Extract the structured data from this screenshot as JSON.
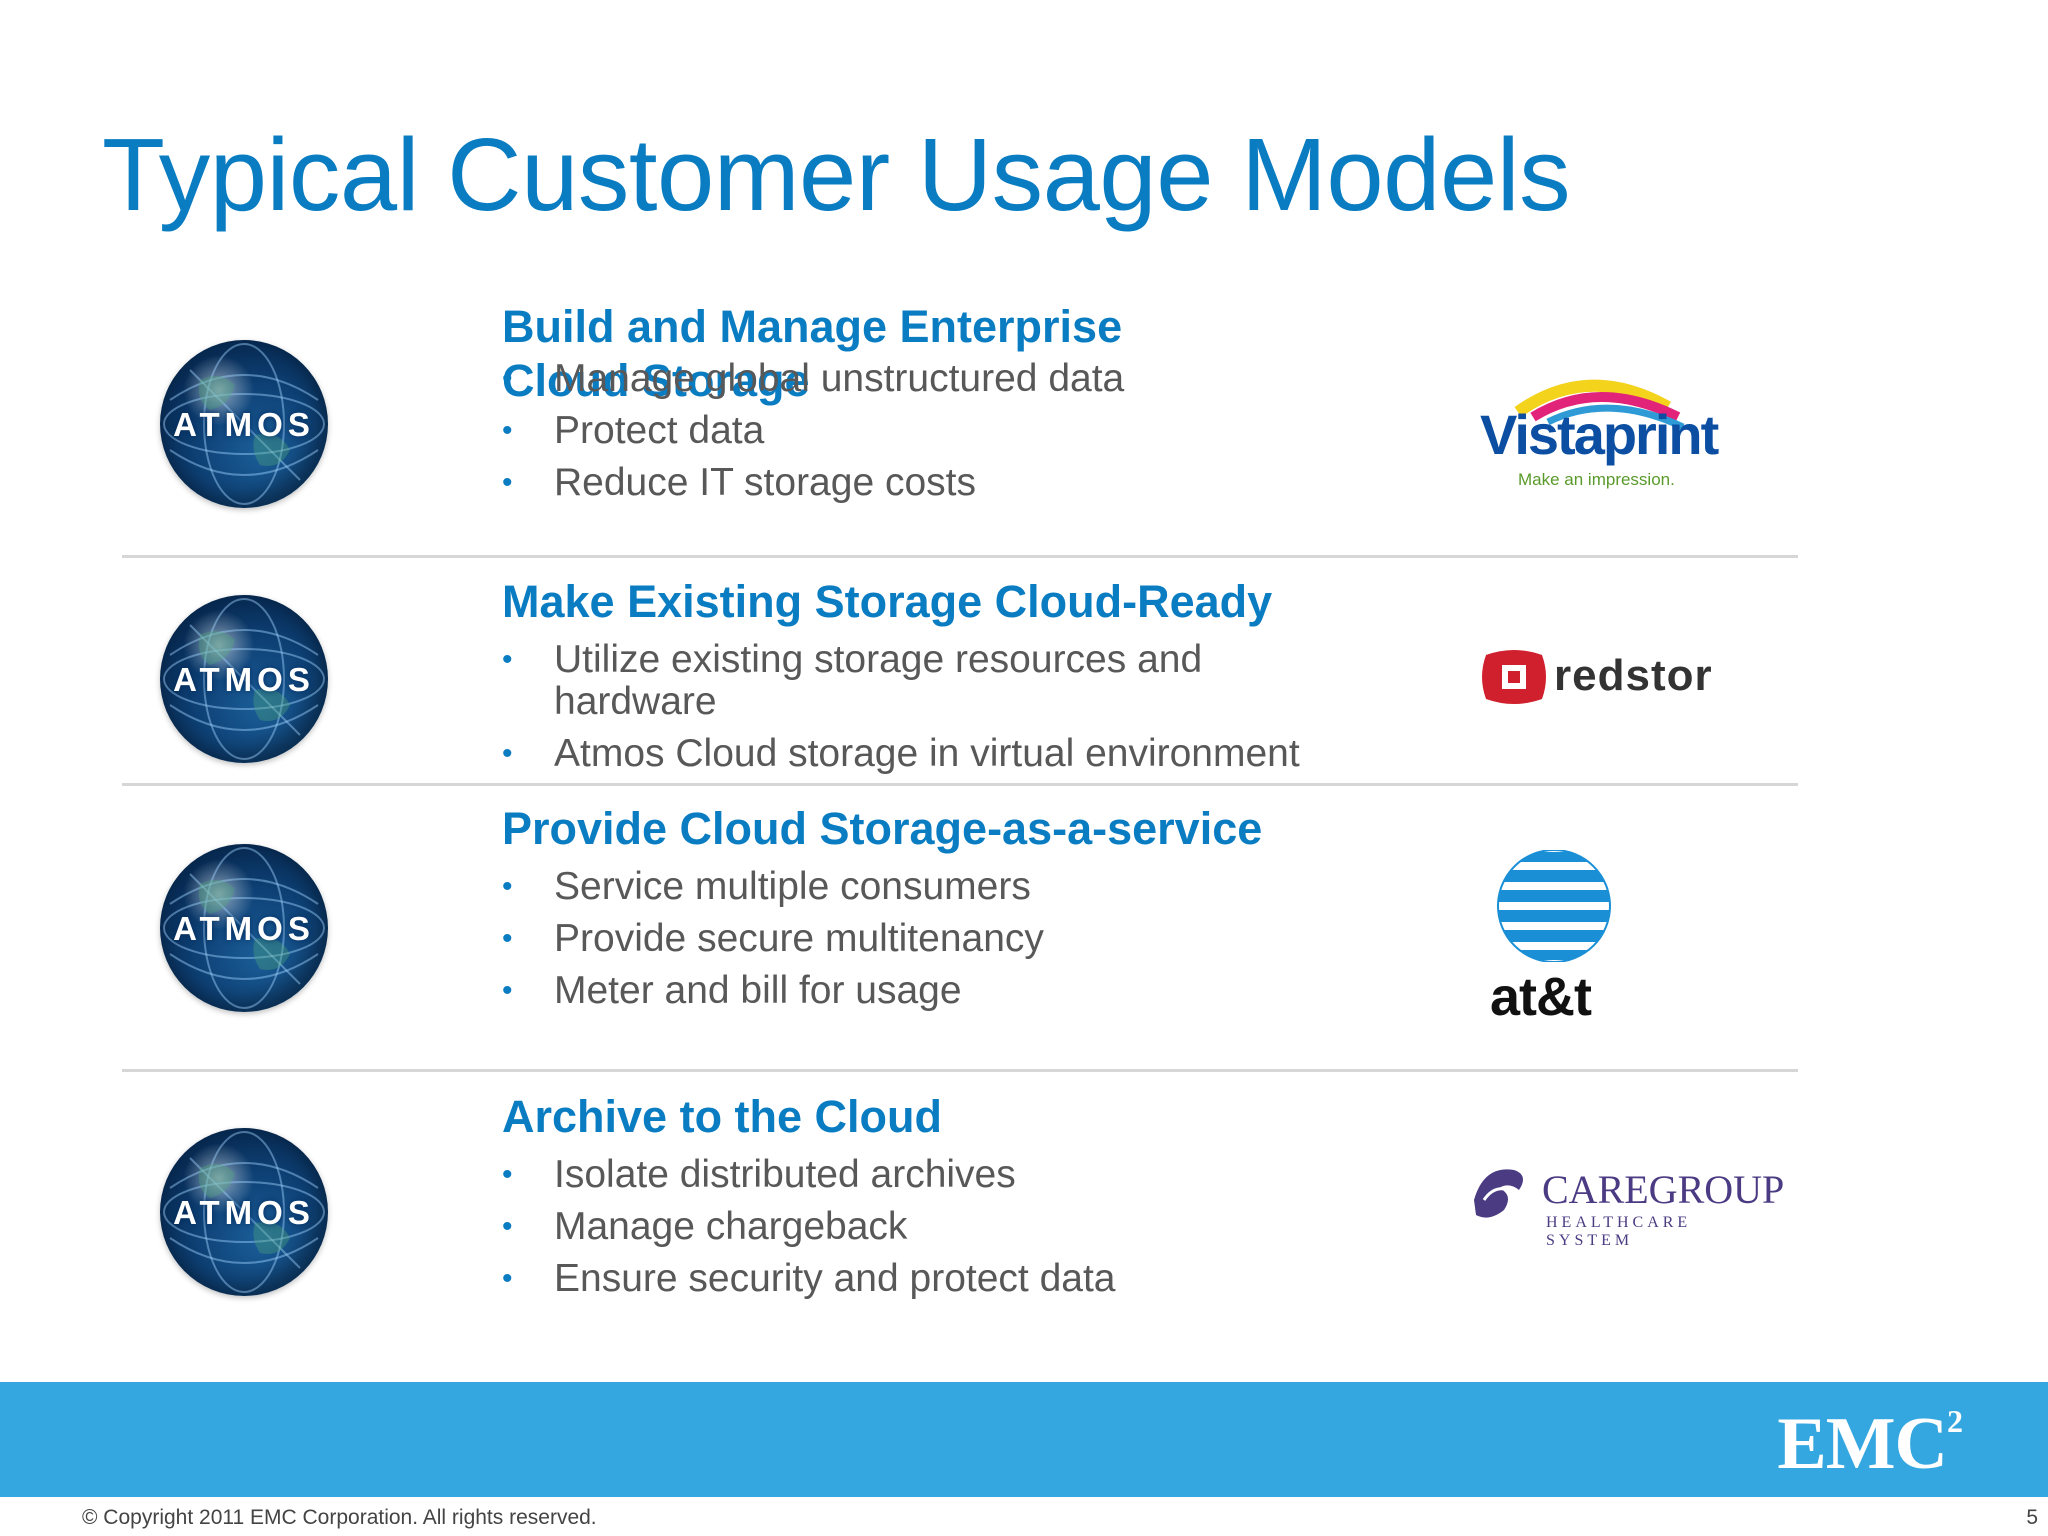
{
  "title": "Typical Customer Usage Models",
  "globe_label": "ATMOS",
  "rows": [
    {
      "heading": "Build and Manage Enterprise Cloud Storage",
      "bullets": [
        "Manage global unstructured data",
        "Protect data",
        "Reduce IT storage costs"
      ],
      "logo": {
        "name": "Vistaprint",
        "tagline": "Make an impression."
      }
    },
    {
      "heading": "Make Existing Storage Cloud-Ready",
      "bullets": [
        "Utilize existing storage resources and hardware",
        "Atmos Cloud storage in virtual environment"
      ],
      "logo": {
        "name": "redstor"
      }
    },
    {
      "heading": "Provide Cloud Storage-as-a-service",
      "bullets": [
        "Service multiple consumers",
        "Provide secure multitenancy",
        "Meter and bill for usage"
      ],
      "logo": {
        "name": "at&t"
      }
    },
    {
      "heading": "Archive to the Cloud",
      "bullets": [
        "Isolate distributed archives",
        "Manage chargeback",
        "Ensure security and protect data"
      ],
      "logo": {
        "name": "CAREGROUP",
        "tagline": "HEALTHCARE SYSTEM"
      }
    }
  ],
  "bullet_char": "•",
  "footer": {
    "brand": "EMC",
    "brand_sup": "2",
    "copyright": "© Copyright 2011 EMC Corporation. All rights reserved.",
    "page_number": "5"
  },
  "colors": {
    "title": "#0a7cc1",
    "body_text": "#585858",
    "footer_bar": "#35a7e0",
    "vistaprint_blue": "#0b4ea2",
    "redstor_red": "#d0202e",
    "caregroup_purple": "#4b3b83"
  }
}
